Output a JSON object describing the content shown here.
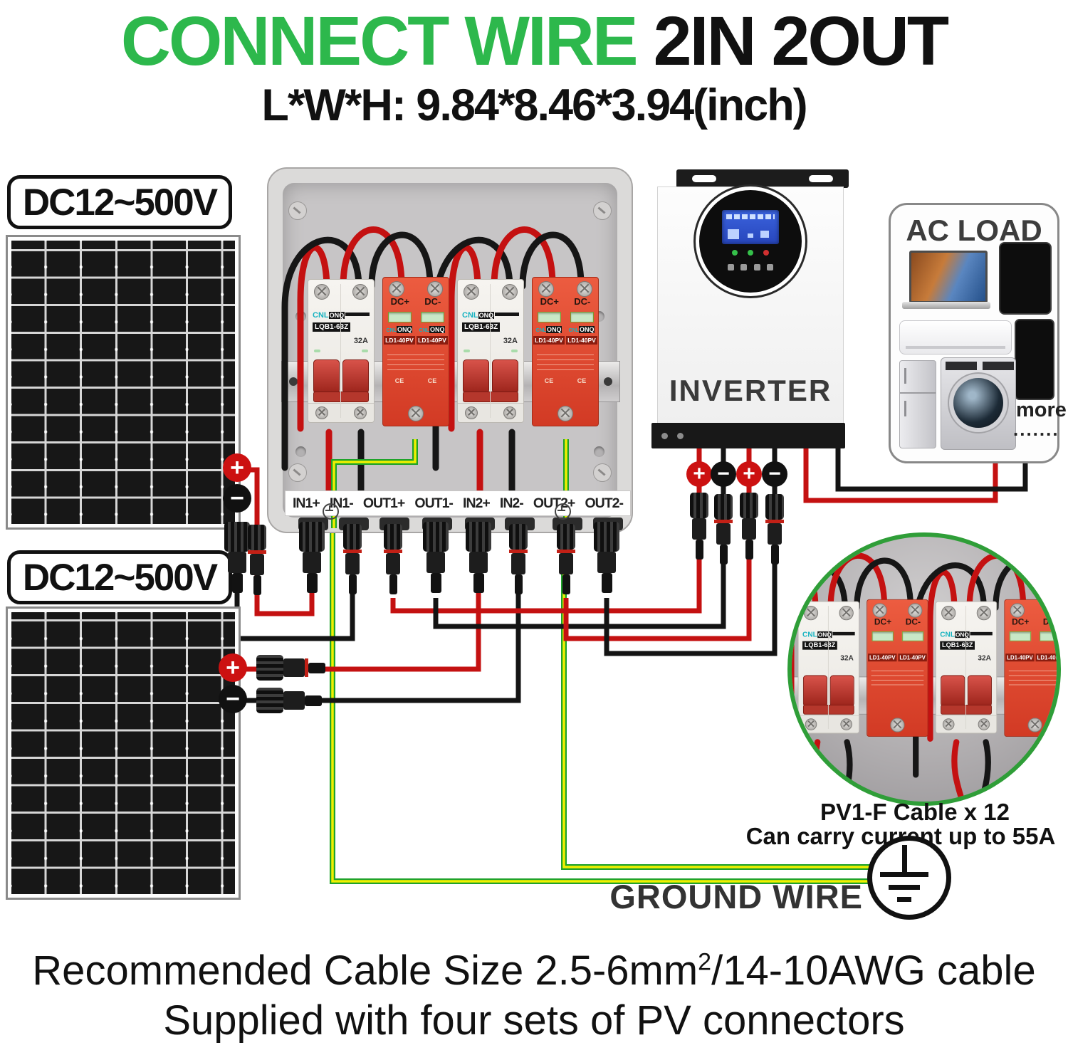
{
  "title": {
    "highlight": "CONNECT WIRE",
    "rest": "2IN 2OUT"
  },
  "subtitle": "L*W*H: 9.84*8.46*3.94(inch)",
  "panels": {
    "label1": "DC12~500V",
    "label2": "DC12~500V"
  },
  "icons": {
    "plus": "+",
    "minus": "−"
  },
  "combiner": {
    "breaker": {
      "brand_cnl": "CNL",
      "brand_onq": "ONQ",
      "model": "LQB1-63Z",
      "rating": "32A",
      "ce": "CE"
    },
    "spd": {
      "model": "LD1-40PV",
      "dc_plus": "DC+",
      "dc_minus": "DC-",
      "ce": "CE"
    },
    "terminals": [
      "IN1+",
      "IN1-",
      "OUT1+",
      "OUT1-",
      "IN2+",
      "IN2-",
      "OUT2+",
      "OUT2-"
    ]
  },
  "inverter": {
    "label": "INVERTER"
  },
  "ac_load": {
    "title": "AC LOAD",
    "more": "more",
    "dots": "......."
  },
  "detail": {
    "cable": "PV1-F Cable x 12",
    "capacity": "Can carry current up to 55A"
  },
  "ground": {
    "label": "GROUND WIRE"
  },
  "footer": {
    "line1_pre": "Recommended Cable Size 2.5-6mm",
    "line1_sup": "2",
    "line1_post": "/14-10AWG cable",
    "line2": "Supplied with four sets of PV connectors"
  },
  "colors": {
    "accent_green": "#2db84c",
    "wire_red": "#c41111",
    "ground_green": "#1fa32a",
    "ground_yellow": "#f0f000",
    "spd_red": "#e2492f"
  }
}
